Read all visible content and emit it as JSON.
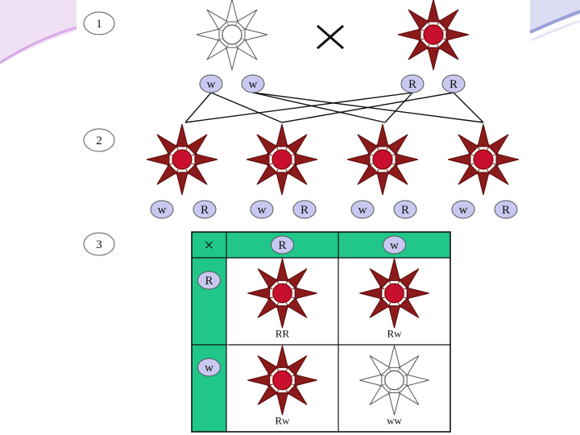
{
  "steps": [
    "1",
    "2",
    "3"
  ],
  "cross_symbol": "×",
  "parents": {
    "left": {
      "flower": "white",
      "alleles": [
        "w",
        "w"
      ]
    },
    "right": {
      "flower": "red",
      "alleles": [
        "R",
        "R"
      ]
    }
  },
  "offspring": [
    {
      "flower": "red",
      "alleles": [
        "w",
        "R"
      ]
    },
    {
      "flower": "red",
      "alleles": [
        "w",
        "R"
      ]
    },
    {
      "flower": "red",
      "alleles": [
        "w",
        "R"
      ]
    },
    {
      "flower": "red",
      "alleles": [
        "w",
        "R"
      ]
    }
  ],
  "punnett": {
    "corner": "×",
    "columns": [
      "R",
      "w"
    ],
    "rows": [
      "R",
      "w"
    ],
    "cells": [
      [
        {
          "flower": "red",
          "genotype": "RR"
        },
        {
          "flower": "red",
          "genotype": "Rw"
        }
      ],
      [
        {
          "flower": "red",
          "genotype": "Rw"
        },
        {
          "flower": "white",
          "genotype": "ww"
        }
      ]
    ]
  },
  "colors": {
    "red": "#c8102e",
    "dark_red": "#8b1a1a",
    "allele_fill": "#c8c8f0",
    "teal": "#20c68a",
    "slide_band": "#9aa0d8"
  }
}
